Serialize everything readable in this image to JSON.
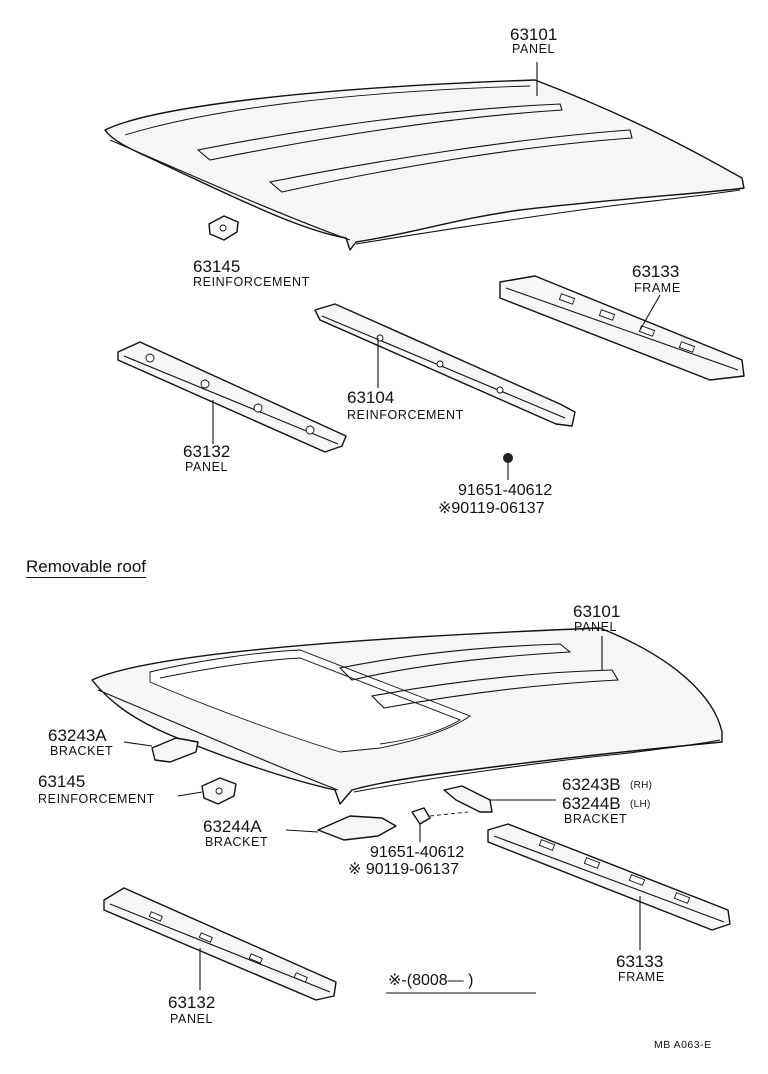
{
  "upper": {
    "roof_panel": {
      "number": "63101",
      "name": "PANEL"
    },
    "reinforcement_small": {
      "number": "63145",
      "name": "REINFORCEMENT"
    },
    "frame": {
      "number": "63133",
      "name": "FRAME"
    },
    "reinforcement_long": {
      "number": "63104",
      "name": "REINFORCEMENT"
    },
    "panel_front": {
      "number": "63132",
      "name": "PANEL"
    },
    "screw": {
      "number1": "91651-40612",
      "number2": "※90119-06137"
    }
  },
  "section_title": "Removable roof",
  "lower": {
    "roof_panel": {
      "number": "63101",
      "name": "PANEL"
    },
    "bracket_a": {
      "number": "63243A",
      "name": "BRACKET"
    },
    "reinforcement": {
      "number": "63145",
      "name": "REINFORCEMENT"
    },
    "bracket_b": {
      "number_rh": "63243B",
      "rh": "(RH)",
      "number_lh": "63244B",
      "lh": "(LH)",
      "name": "BRACKET"
    },
    "bracket_c": {
      "number": "63244A",
      "name": "BRACKET"
    },
    "screw": {
      "number1": "91651-40612",
      "number2": "※ 90119-06137"
    },
    "frame": {
      "number": "63133",
      "name": "FRAME"
    },
    "panel_front": {
      "number": "63132",
      "name": "PANEL"
    }
  },
  "footnote": "※-(8008—        )",
  "reference": "MB  A063-E"
}
